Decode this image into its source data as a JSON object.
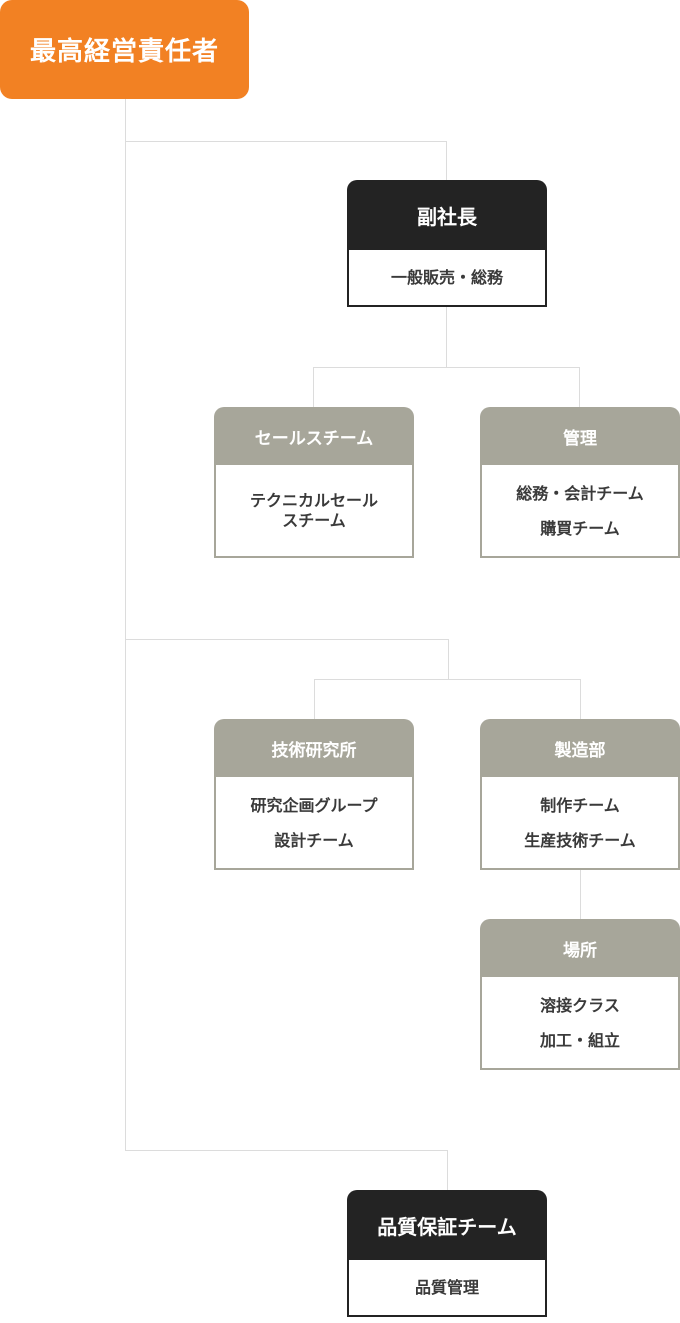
{
  "ceo": {
    "label": "最高経営責任者"
  },
  "vice_president": {
    "title": "副社長",
    "items": [
      "一般販売・総務"
    ]
  },
  "sales": {
    "title": "セールスチーム",
    "items": [
      "テクニカルセールスチーム"
    ]
  },
  "management": {
    "title": "管理",
    "items": [
      "総務・会計チーム",
      "購買チーム"
    ]
  },
  "research": {
    "title": "技術研究所",
    "items": [
      "研究企画グループ",
      "設計チーム"
    ]
  },
  "manufacturing": {
    "title": "製造部",
    "items": [
      "制作チーム",
      "生産技術チーム"
    ]
  },
  "site": {
    "title": "場所",
    "items": [
      "溶接クラス",
      "加工・組立"
    ]
  },
  "quality": {
    "title": "品質保証チーム",
    "items": [
      "品質管理"
    ]
  },
  "colors": {
    "accent": "#f28123",
    "dark": "#232323",
    "gray": "#a7a69a",
    "connector": "#dcdcdc"
  }
}
